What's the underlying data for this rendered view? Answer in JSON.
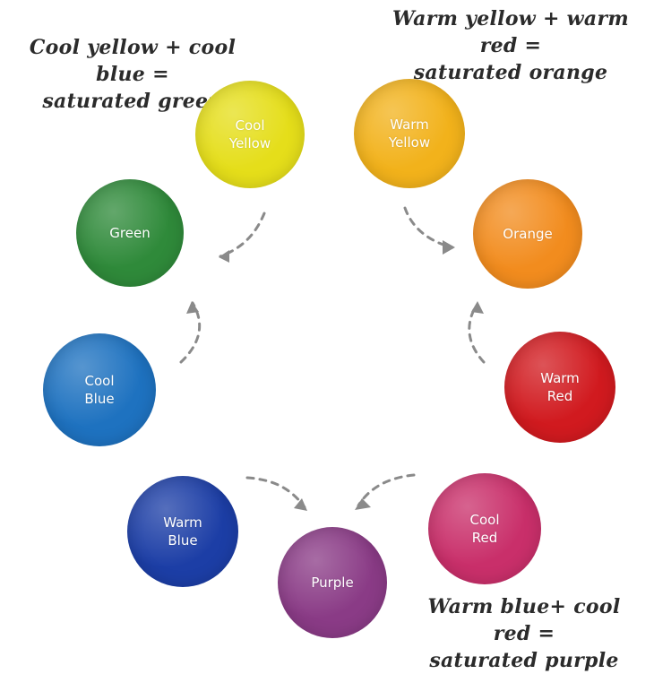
{
  "notes": {
    "top_left": {
      "line1": "Cool yellow + cool blue =",
      "line2": "saturated green"
    },
    "top_right": {
      "line1": "Warm yellow + warm red =",
      "line2": "saturated orange"
    },
    "bottom_right": {
      "line1": "Warm blue+ cool red =",
      "line2": "saturated purple"
    }
  },
  "swatches": [
    {
      "key": "cool-yellow",
      "label": "Cool\nYellow",
      "color": "#e5de1a"
    },
    {
      "key": "warm-yellow",
      "label": "Warm\nYellow",
      "color": "#f2b21b"
    },
    {
      "key": "green",
      "label": "Green",
      "color": "#2f8a3a"
    },
    {
      "key": "orange",
      "label": "Orange",
      "color": "#f28c1e"
    },
    {
      "key": "cool-blue",
      "label": "Cool\nBlue",
      "color": "#1e72c0"
    },
    {
      "key": "warm-red",
      "label": "Warm\nRed",
      "color": "#d11a1f"
    },
    {
      "key": "warm-blue",
      "label": "Warm\nBlue",
      "color": "#1c3ea6"
    },
    {
      "key": "cool-red",
      "label": "Cool\nRed",
      "color": "#c92f6a"
    },
    {
      "key": "purple",
      "label": "Purple",
      "color": "#8a3b86"
    }
  ],
  "arrow_color": "#8a8a8a"
}
